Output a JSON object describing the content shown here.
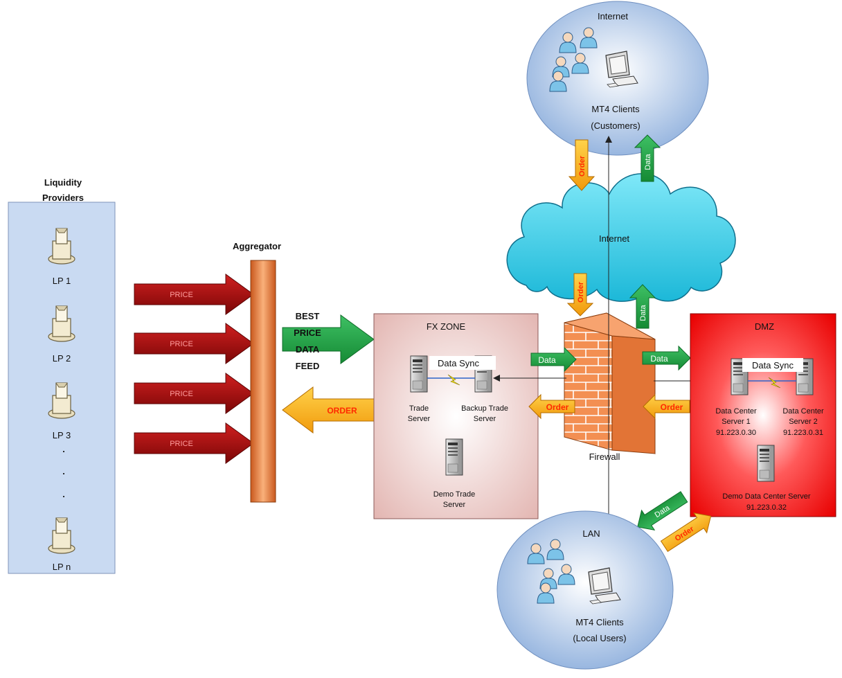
{
  "liquidity": {
    "title_line1": "Liquidity",
    "title_line2": "Providers",
    "providers": [
      "LP 1",
      "LP 2",
      "LP 3",
      "LP n"
    ],
    "ellipsis": "."
  },
  "aggregator": {
    "title": "Aggregator",
    "price_label": "PRICE",
    "feed_lines": [
      "BEST",
      "PRICE",
      "DATA",
      "FEED"
    ],
    "order_label": "ORDER"
  },
  "fx_zone": {
    "title": "FX ZONE",
    "data_sync": "Data Sync",
    "trade_server": [
      "Trade",
      "Server"
    ],
    "backup_server": [
      "Backup Trade",
      "Server"
    ],
    "demo_server": [
      "Demo Trade",
      "Server"
    ]
  },
  "firewall": {
    "label": "Firewall",
    "data_label": "Data",
    "order_label": "Order"
  },
  "dmz": {
    "title": "DMZ",
    "data_sync": "Data Sync",
    "server1": [
      "Data Center",
      "Server 1",
      "91.223.0.30"
    ],
    "server2": [
      "Data Center",
      "Server 2",
      "91.223.0.31"
    ],
    "demo_server": [
      "Demo Data Center Server",
      "91.223.0.32"
    ]
  },
  "internet_clients": {
    "zone": "Internet",
    "line1": "MT4 Clients",
    "line2": "(Customers)"
  },
  "cloud": {
    "label": "Internet"
  },
  "lan_clients": {
    "zone": "LAN",
    "line1": "MT4 Clients",
    "line2": "(Local Users)"
  },
  "flow_labels": {
    "order": "Order",
    "data": "Data"
  },
  "colors": {
    "lp_panel": "#c9daf2",
    "price_arrow": "#a30d0d",
    "feed_arrow": "#1e9c3c",
    "order_arrow": "#f7b41a",
    "aggregator": "#e87a2e",
    "fx_zone": "#ecc9c6",
    "dmz": "#ff1f1f",
    "firewall": "#f1844a",
    "client_circle": "#a9c4e8",
    "cloud": "#3fd3ea",
    "data_arrow": "#27a844"
  }
}
